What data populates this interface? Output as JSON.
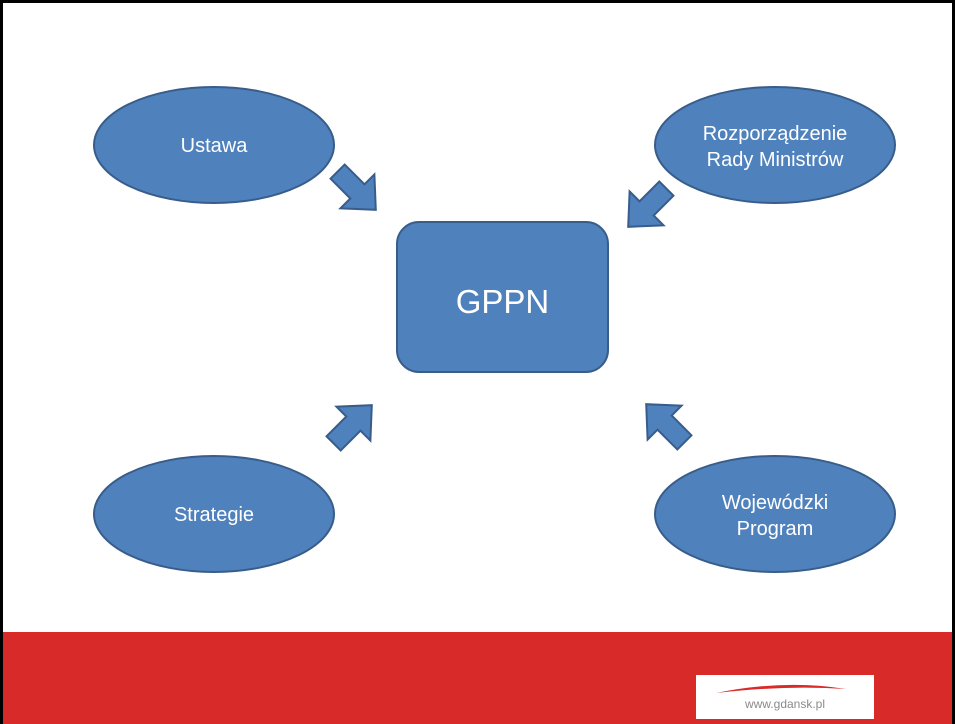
{
  "diagram": {
    "center": {
      "label": "GPPN"
    },
    "nodes": [
      {
        "id": "ustawa",
        "lines": [
          "Ustawa"
        ]
      },
      {
        "id": "rozporzadzenie",
        "lines": [
          "Rozporządzenie",
          "Rady Ministrów"
        ]
      },
      {
        "id": "strategie",
        "lines": [
          "Strategie"
        ]
      },
      {
        "id": "wojewodzki",
        "lines": [
          "Wojewódzki",
          "Program"
        ]
      }
    ]
  },
  "footer": {
    "url": "www.gdansk.pl"
  },
  "colors": {
    "shape_fill": "#4f81bd",
    "shape_stroke": "#385d8a",
    "footer": "#d92a2a"
  }
}
